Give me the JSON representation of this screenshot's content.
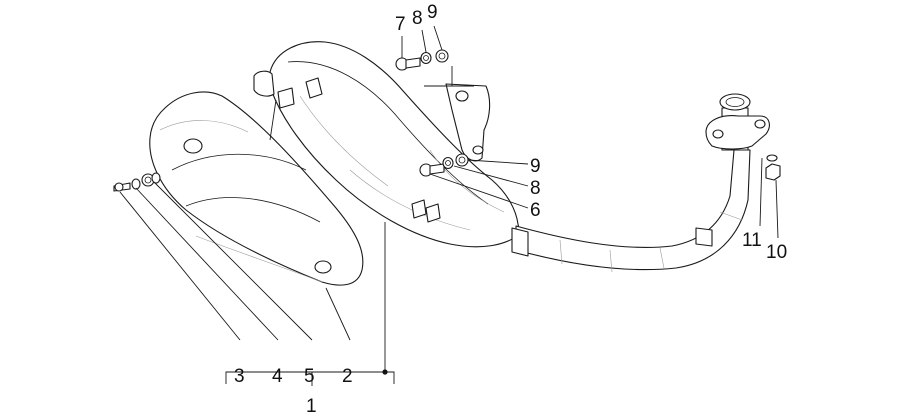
{
  "callouts": {
    "c1": "1",
    "c2": "2",
    "c3": "3",
    "c4": "4",
    "c5": "5",
    "c6": "6",
    "c7": "7",
    "c8_top": "8",
    "c9_top": "9",
    "c9_mid": "9",
    "c8_mid": "8",
    "c10": "10",
    "c11": "11"
  }
}
